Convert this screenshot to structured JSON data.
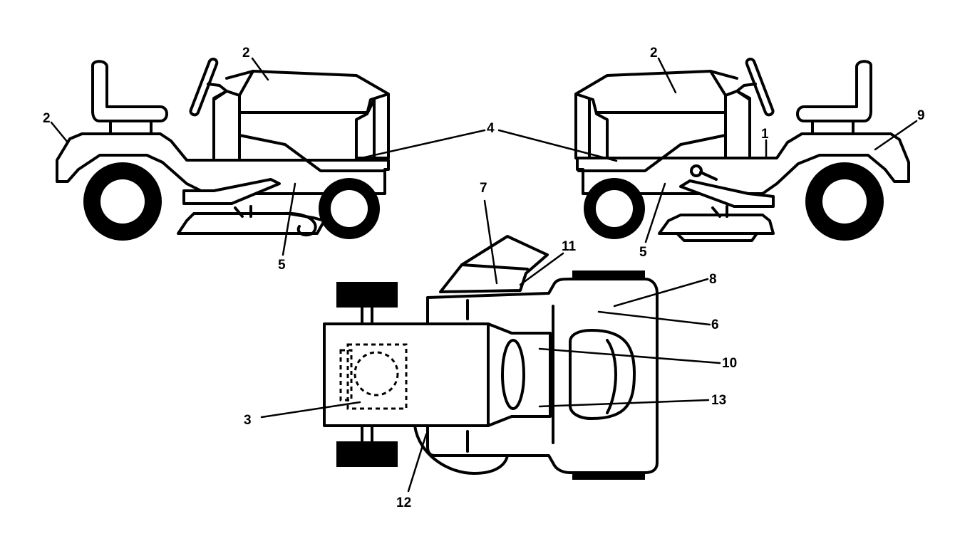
{
  "callouts": {
    "c1": "1",
    "c2a": "2",
    "c2b": "2",
    "c2c": "2",
    "c3": "3",
    "c4": "4",
    "c5a": "5",
    "c5b": "5",
    "c6": "6",
    "c7": "7",
    "c8": "8",
    "c9": "9",
    "c10": "10",
    "c11": "11",
    "c12": "12",
    "c13": "13"
  }
}
